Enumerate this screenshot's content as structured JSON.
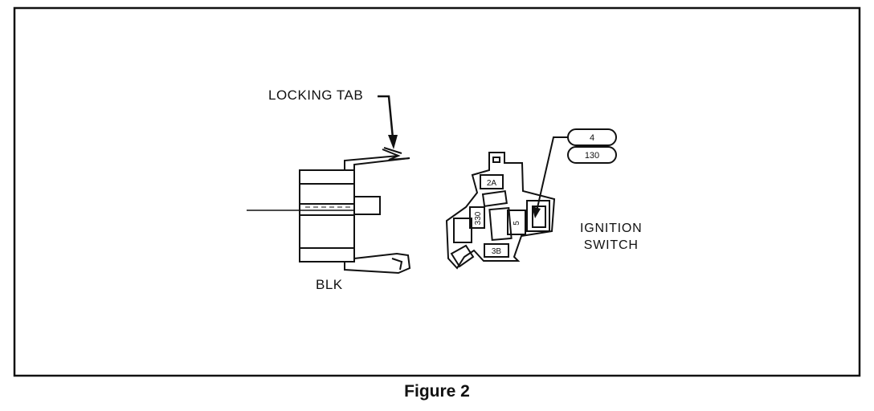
{
  "labels": {
    "locking_tab": "LOCKING TAB",
    "blk": "BLK",
    "ignition_switch_line1": "IGNITION",
    "ignition_switch_line2": "SWITCH"
  },
  "callout_circuits": [
    "4",
    "130"
  ],
  "terminal_labels": [
    "2A",
    "330",
    "5",
    "3B"
  ],
  "caption": "Figure 2"
}
